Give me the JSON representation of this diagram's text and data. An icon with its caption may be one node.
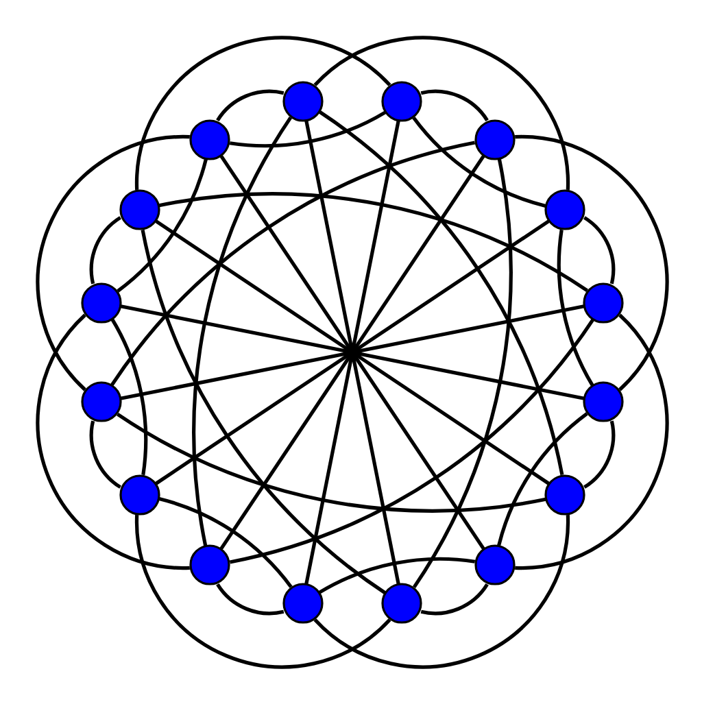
{
  "diagram": {
    "nodes": [
      {
        "text": [],
        "shape": "circle"
      },
      {
        "text": [],
        "shape": "circle"
      },
      {
        "text": [],
        "shape": "circle"
      },
      {
        "text": [],
        "shape": "circle"
      },
      {
        "text": [],
        "shape": "circle"
      },
      {
        "text": [],
        "shape": "circle"
      },
      {
        "text": [],
        "shape": "circle"
      },
      {
        "text": [],
        "shape": "circle"
      },
      {
        "text": [],
        "shape": "circle"
      },
      {
        "text": [],
        "shape": "circle"
      },
      {
        "text": [],
        "shape": "circle"
      },
      {
        "text": [],
        "shape": "circle"
      },
      {
        "text": [],
        "shape": "circle"
      },
      {
        "text": [],
        "shape": "circle"
      },
      {
        "text": [],
        "shape": "circle"
      },
      {
        "text": [],
        "shape": "circle"
      }
    ],
    "edges": [
      {
        "from": 0,
        "to": 15,
        "arrow": "none"
      },
      {
        "from": 0,
        "to": 2,
        "arrow": "none"
      },
      {
        "from": 0,
        "to": 5,
        "arrow": "none"
      },
      {
        "from": 0,
        "to": 11,
        "arrow": "none"
      },
      {
        "from": 0,
        "to": 12,
        "arrow": "none"
      },
      {
        "from": 14,
        "to": 1,
        "arrow": "none"
      },
      {
        "from": 1,
        "to": 3,
        "arrow": "none"
      },
      {
        "from": 1,
        "to": 4,
        "arrow": "none"
      },
      {
        "from": 1,
        "to": 5,
        "arrow": "none"
      },
      {
        "from": 1,
        "to": 2,
        "arrow": "none"
      },
      {
        "from": 2,
        "to": 13,
        "arrow": "none"
      },
      {
        "from": 2,
        "to": 8,
        "arrow": "none"
      },
      {
        "from": 2,
        "to": 6,
        "arrow": "none"
      },
      {
        "from": 12,
        "to": 3,
        "arrow": "none"
      },
      {
        "from": 3,
        "to": 9,
        "arrow": "none"
      },
      {
        "from": 3,
        "to": 15,
        "arrow": "none"
      },
      {
        "from": 3,
        "to": 8,
        "arrow": "none"
      },
      {
        "from": 4,
        "to": 11,
        "arrow": "none"
      },
      {
        "from": 4,
        "to": 6,
        "arrow": "none"
      },
      {
        "from": 4,
        "to": 15,
        "arrow": "none"
      },
      {
        "from": 4,
        "to": 7,
        "arrow": "none"
      },
      {
        "from": 5,
        "to": 10,
        "arrow": "none"
      },
      {
        "from": 5,
        "to": 7,
        "arrow": "none"
      },
      {
        "from": 5,
        "to": 9,
        "arrow": "none"
      },
      {
        "from": 6,
        "to": 9,
        "arrow": "none"
      },
      {
        "from": 6,
        "to": 12,
        "arrow": "none"
      },
      {
        "from": 6,
        "to": 10,
        "arrow": "none"
      },
      {
        "from": 7,
        "to": 8,
        "arrow": "none"
      },
      {
        "from": 7,
        "to": 13,
        "arrow": "none"
      },
      {
        "from": 7,
        "to": 12,
        "arrow": "none"
      },
      {
        "from": 8,
        "to": 10,
        "arrow": "none"
      },
      {
        "from": 8,
        "to": 11,
        "arrow": "none"
      },
      {
        "from": 9,
        "to": 11,
        "arrow": "none"
      },
      {
        "from": 9,
        "to": 13,
        "arrow": "none"
      },
      {
        "from": 10,
        "to": 15,
        "arrow": "none"
      },
      {
        "from": 10,
        "to": 14,
        "arrow": "none"
      },
      {
        "from": 11,
        "to": 14,
        "arrow": "none"
      },
      {
        "from": 12,
        "to": 14,
        "arrow": "none"
      },
      {
        "from": 13,
        "to": 15,
        "arrow": "none"
      },
      {
        "from": 13,
        "to": 14,
        "arrow": "none"
      }
    ]
  }
}
